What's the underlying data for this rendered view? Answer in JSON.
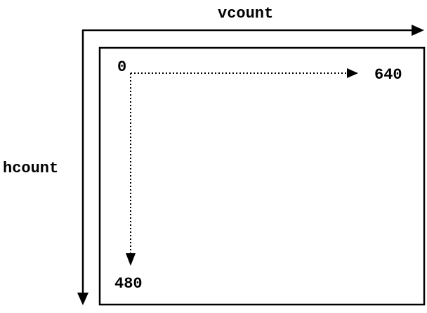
{
  "diagram": {
    "horizontal_axis_label": "vcount",
    "vertical_axis_label": "hcount",
    "origin_label": "0",
    "width_label": "640",
    "height_label": "480"
  },
  "colors": {
    "stroke": "#000000",
    "background": "#ffffff"
  }
}
